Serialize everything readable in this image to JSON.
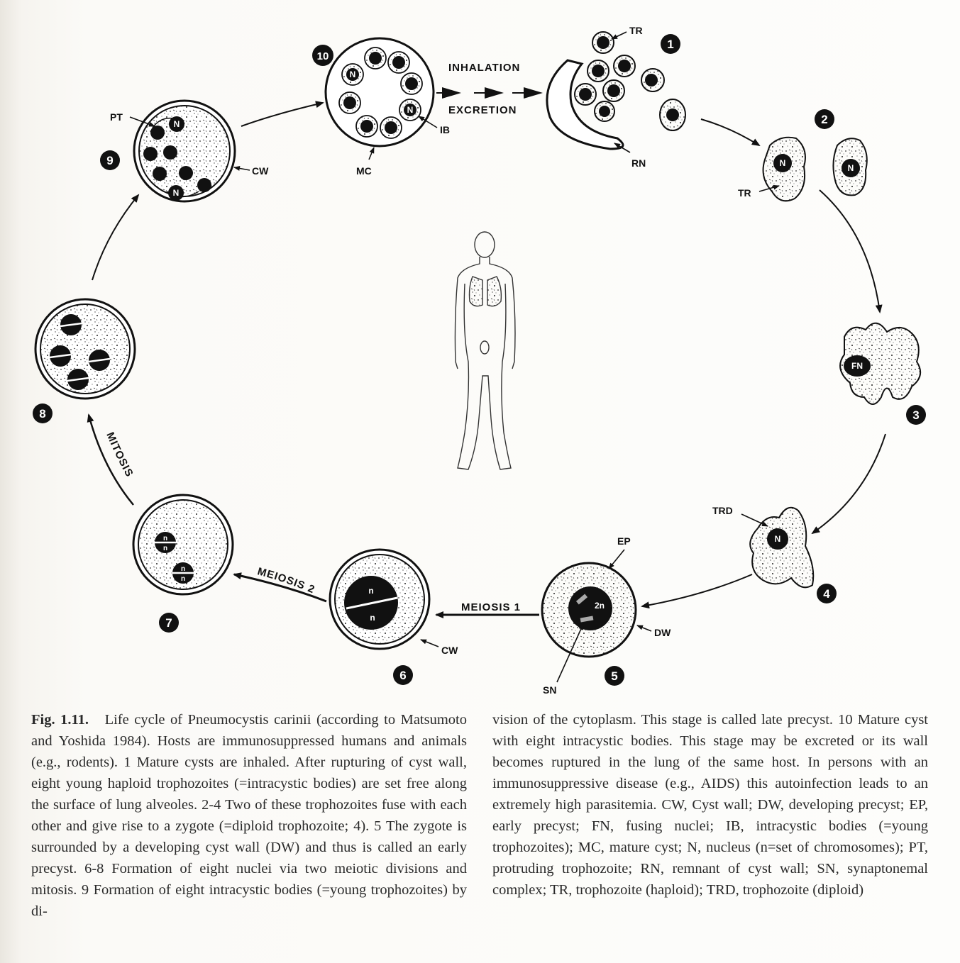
{
  "diagram": {
    "stage_numbers": [
      "1",
      "2",
      "3",
      "4",
      "5",
      "6",
      "7",
      "8",
      "9",
      "10"
    ],
    "arrow_labels": {
      "inhalation": "INHALATION",
      "excretion": "EXCRETION",
      "meiosis1": "MEIOSIS 1",
      "meiosis2": "MEIOSIS 2",
      "mitosis": "MITOSIS"
    },
    "abbrev_labels": {
      "tr1": "TR",
      "rn": "RN",
      "tr2": "TR",
      "trd": "TRD",
      "ep": "EP",
      "dw": "DW",
      "sn": "SN",
      "cw6": "CW",
      "pt": "PT",
      "cw9": "CW",
      "mc": "MC",
      "ib": "IB"
    },
    "nucleus_labels": {
      "n": "N",
      "fn": "FN",
      "two_n": "2n",
      "haploid": "n"
    }
  },
  "caption": {
    "fig_label": "Fig. 1.11.",
    "left_text": "Life cycle of Pneumocystis carinii (according to Matsumoto and Yoshida 1984). Hosts are immunosuppressed humans and animals (e.g., rodents). 1 Mature cysts are inhaled. After rupturing of cyst wall, eight young haploid trophozoites (=intracystic bodies) are set free along the surface of lung alveoles. 2-4 Two of these trophozoites fuse with each other and give rise to a zygote (=diploid trophozoite; 4). 5 The zygote is surrounded by a developing cyst wall (DW) and thus is called an early precyst. 6-8 Formation of eight nuclei via two meiotic divisions and mitosis. 9 Formation of eight intracystic bodies (=young trophozoites) by di-",
    "right_text": "vision of the cytoplasm. This stage is called late precyst. 10 Mature cyst with eight intracystic bodies. This stage may be excreted or its wall becomes ruptured in the lung of the same host. In persons with an immunosuppressive disease (e.g., AIDS) this autoinfection leads to an extremely high parasitemia. CW, Cyst wall; DW, developing precyst; EP, early precyst; FN, fusing nuclei; IB, intracystic bodies (=young trophozoites); MC, mature cyst; N, nucleus (n=set of chromosomes); PT, protruding trophozoite; RN, remnant of cyst wall; SN, synaptonemal complex; TR, trophozoite (haploid); TRD, trophozoite (diploid)"
  },
  "colors": {
    "ink": "#111111",
    "paper": "#fdfdfb",
    "caption_ink": "#2a2a2a"
  }
}
